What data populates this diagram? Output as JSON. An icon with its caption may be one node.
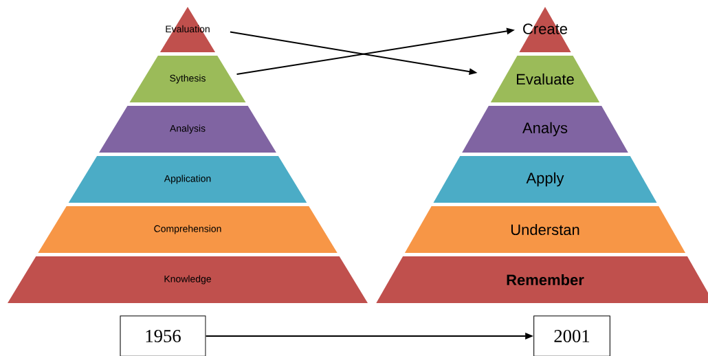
{
  "diagram": {
    "nodes": [
      {
        "text": [
          "Evaluation"
        ]
      },
      {
        "text": [
          "Sythesis"
        ]
      },
      {
        "text": [
          "Analysis"
        ]
      },
      {
        "text": [
          "Application"
        ]
      },
      {
        "text": [
          "Comprehension"
        ]
      },
      {
        "text": [
          "Knowledge"
        ]
      },
      {
        "text": [
          "Create"
        ]
      },
      {
        "text": [
          "Evaluate"
        ]
      },
      {
        "text": [
          "Analys"
        ]
      },
      {
        "text": [
          "Apply"
        ]
      },
      {
        "text": [
          "Understan"
        ]
      },
      {
        "text": [
          "Remember"
        ]
      },
      {
        "text": [
          "1956"
        ]
      },
      {
        "text": [
          "2001"
        ]
      }
    ],
    "edges": [
      {
        "from": 0,
        "to": 7,
        "arrow": "to"
      },
      {
        "from": 1,
        "to": 6,
        "arrow": "to"
      },
      {
        "from": 12,
        "to": 13,
        "arrow": "to"
      }
    ]
  }
}
